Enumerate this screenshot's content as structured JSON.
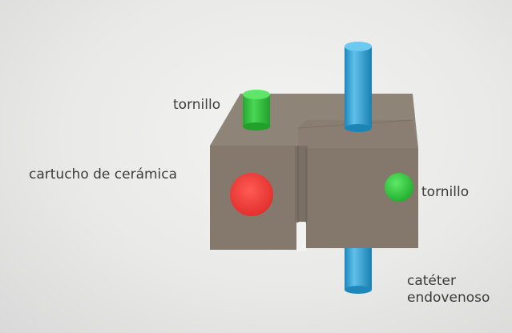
{
  "labels": {
    "screw_top": "tornillo",
    "cartridge": "cartucho de cerámica",
    "screw_right": "tornillo",
    "catheter_line1": "catéter",
    "catheter_line2": "endovenoso"
  },
  "colors": {
    "block_front": "#867a6e",
    "block_top": "#908579",
    "block_side": "#766b61",
    "tube": "#2a9fd4",
    "tube_highlight": "#6cc6ee",
    "screw": "#2fc43a",
    "cartridge_marker": "#ee3b38",
    "text": "#3b3b3b"
  }
}
